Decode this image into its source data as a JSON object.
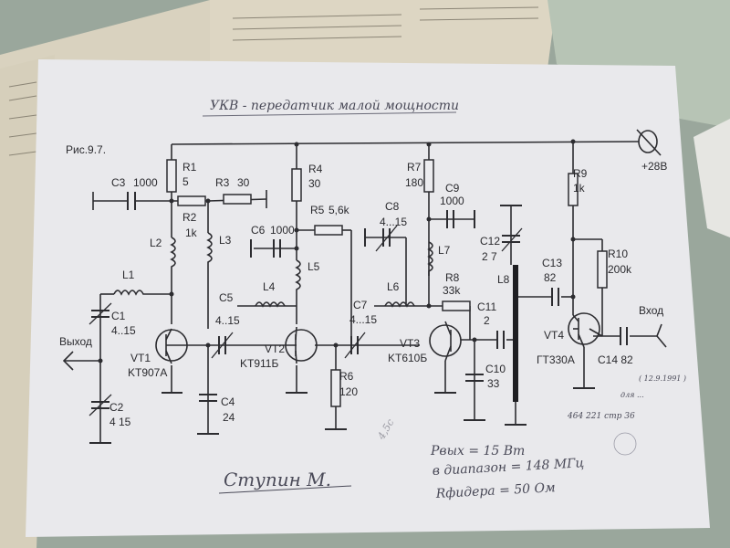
{
  "title": "УКВ - передатчик малой мощности",
  "figure": "Рис.9.7.",
  "supply": "+28В",
  "components": {
    "R1": {
      "name": "R1",
      "value": "5"
    },
    "R2": {
      "name": "R2",
      "value": "1k"
    },
    "R3": {
      "name": "R3",
      "value": "30"
    },
    "R4": {
      "name": "R4",
      "value": "30"
    },
    "R5": {
      "name": "R5",
      "value": "5,6k"
    },
    "R6": {
      "name": "R6",
      "value": "120"
    },
    "R7": {
      "name": "R7",
      "value": "180"
    },
    "R8": {
      "name": "R8",
      "value": "33k"
    },
    "R9": {
      "name": "R9",
      "value": "1k"
    },
    "R10": {
      "name": "R10",
      "value": "200k"
    },
    "C1": {
      "name": "C1",
      "value": "4..15"
    },
    "C2": {
      "name": "C2",
      "value": "4 15"
    },
    "C3": {
      "name": "C3",
      "value": "1000"
    },
    "C4": {
      "name": "C4",
      "value": "24"
    },
    "C5": {
      "name": "C5",
      "value": "4..15"
    },
    "C6": {
      "name": "C6",
      "value": "1000"
    },
    "C7": {
      "name": "C7",
      "value": "4...15"
    },
    "C8": {
      "name": "C8",
      "value": "4...15"
    },
    "C9": {
      "name": "C9",
      "value": "1000"
    },
    "C10": {
      "name": "C10",
      "value": "33"
    },
    "C11": {
      "name": "C11",
      "value": "2"
    },
    "C12": {
      "name": "C12",
      "value": "2 7"
    },
    "C13": {
      "name": "C13",
      "value": "82"
    },
    "C14": {
      "name": "C14 82"
    },
    "L1": "L1",
    "L2": "L2",
    "L3": "L3",
    "L4": "L4",
    "L5": "L5",
    "L6": "L6",
    "L7": "L7",
    "L8": "L8",
    "VT1": {
      "name": "VT1",
      "type": "KT907A"
    },
    "VT2": {
      "name": "VT2",
      "type": "KT911Б"
    },
    "VT3": {
      "name": "VT3",
      "type": "KT610Б"
    },
    "VT4": {
      "name": "VT4",
      "type": "ГТ330А"
    }
  },
  "output_label": "Выход",
  "input_label": "Вход",
  "notes": {
    "signature": "Ступин М.",
    "margin_note": "4,5с",
    "pout": "Рвых = 15 Вт",
    "range": "в диапазон = 148 МГц",
    "feeder": "Rфидера = 50 Ом",
    "ref_date": "( 12.9.1991 )",
    "ref_text": "для ... ",
    "ref_num": "464 221   стр 36"
  }
}
